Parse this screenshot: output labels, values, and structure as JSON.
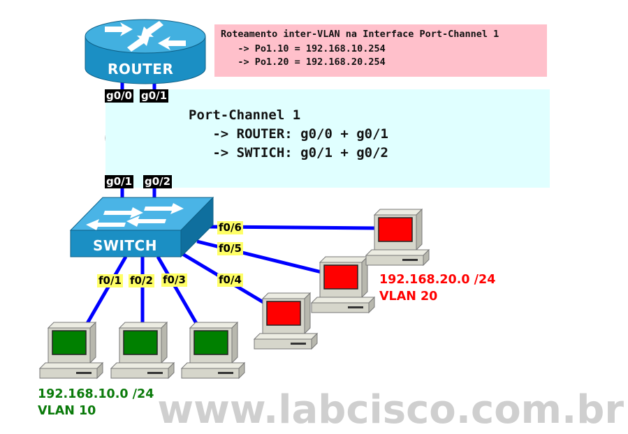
{
  "info": {
    "title": "Roteamento inter-VLAN na Interface Port-Channel 1",
    "line1": "   -> Po1.10 = 192.168.10.254",
    "line2": "   -> Po1.20 = 192.168.20.254"
  },
  "port_channel": {
    "title": "Port-Channel 1",
    "line1": "   -> ROUTER: g0/0 + g0/1",
    "line2": "   -> SWTICH: g0/1 + g0/2"
  },
  "router": {
    "label": "ROUTER"
  },
  "switch": {
    "label": "SWITCH"
  },
  "ports": {
    "router_g00": "g0/0",
    "router_g01": "g0/1",
    "switch_g01": "g0/1",
    "switch_g02": "g0/2",
    "f01": "f0/1",
    "f02": "f0/2",
    "f03": "f0/3",
    "f04": "f0/4",
    "f05": "f0/5",
    "f06": "f0/6"
  },
  "vlan10": {
    "network": "192.168.10.0 /24",
    "vlan": "VLAN 10",
    "color": "#0a7a0a"
  },
  "vlan20": {
    "network": "192.168.20.0 /24",
    "vlan": "VLAN 20",
    "color": "#ff0000"
  },
  "colors": {
    "link": "#0000ff",
    "router": "#1b8fc4",
    "switch": "#1b8fc4",
    "pc_body": "#d4d4c8"
  },
  "watermark": "www.labcisco.com.br"
}
